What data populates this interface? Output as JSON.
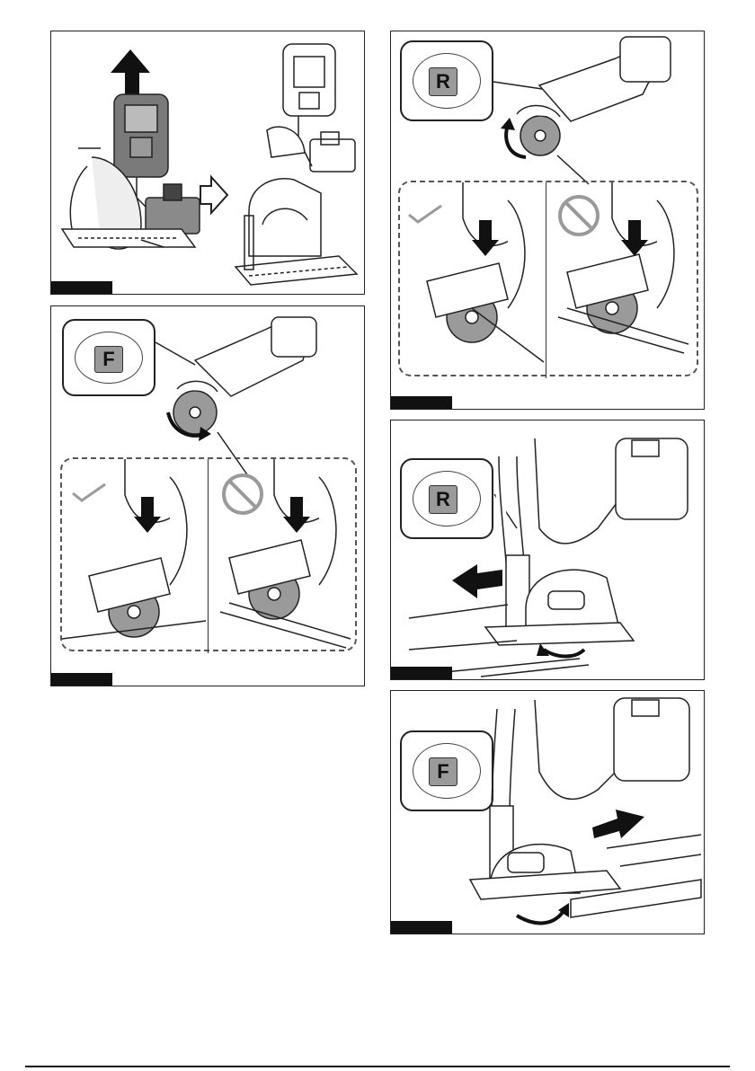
{
  "figures": [
    {
      "id": "fig-battery-removal"
    },
    {
      "id": "fig-forward-cut",
      "switch_label": "F"
    },
    {
      "id": "fig-reverse-cut",
      "switch_label": "R"
    },
    {
      "id": "fig-reverse-push",
      "switch_label": "R"
    },
    {
      "id": "fig-forward-push",
      "switch_label": "F"
    }
  ],
  "icons": {
    "ok": "check-icon",
    "prohibited": "prohibited-icon",
    "direction": "arrow-icon",
    "rotation": "rotation-arrow-icon"
  },
  "colors": {
    "line": "#222222",
    "grey_part": "#8a8a8a",
    "ok_mark": "#9a9a9a",
    "prohibited_mark": "#9a9a9a"
  }
}
